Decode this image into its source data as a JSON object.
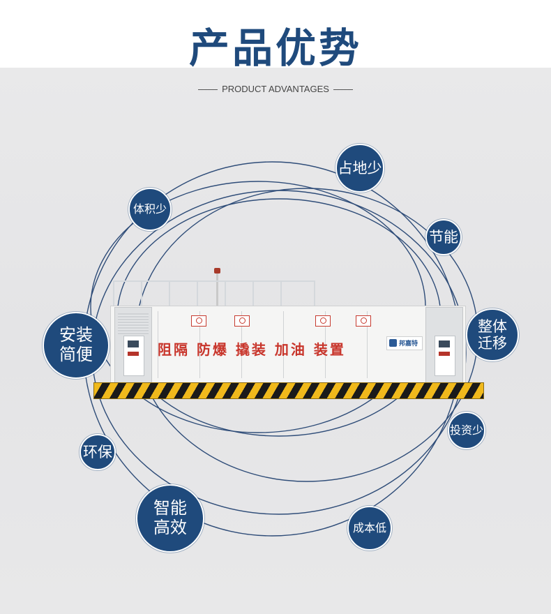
{
  "header": {
    "title": "产品优势",
    "subtitle": "PRODUCT ADVANTAGES"
  },
  "station": {
    "slogan": "阻隔 防爆 撬装 加油 装置",
    "logo_text": "邦嘉特"
  },
  "features": [
    {
      "label": "占地少"
    },
    {
      "label": "体积少"
    },
    {
      "label": "节能"
    },
    {
      "label": "整体\n迁移"
    },
    {
      "label": "安装\n简便"
    },
    {
      "label": "投资少"
    },
    {
      "label": "环保"
    },
    {
      "label": "智能\n高效"
    },
    {
      "label": "成本低"
    }
  ],
  "colors": {
    "primary": "#1f4a7c",
    "ring": "#2e4c78",
    "background": "#e6e6e8",
    "hazard_yellow": "#f0b91c"
  }
}
